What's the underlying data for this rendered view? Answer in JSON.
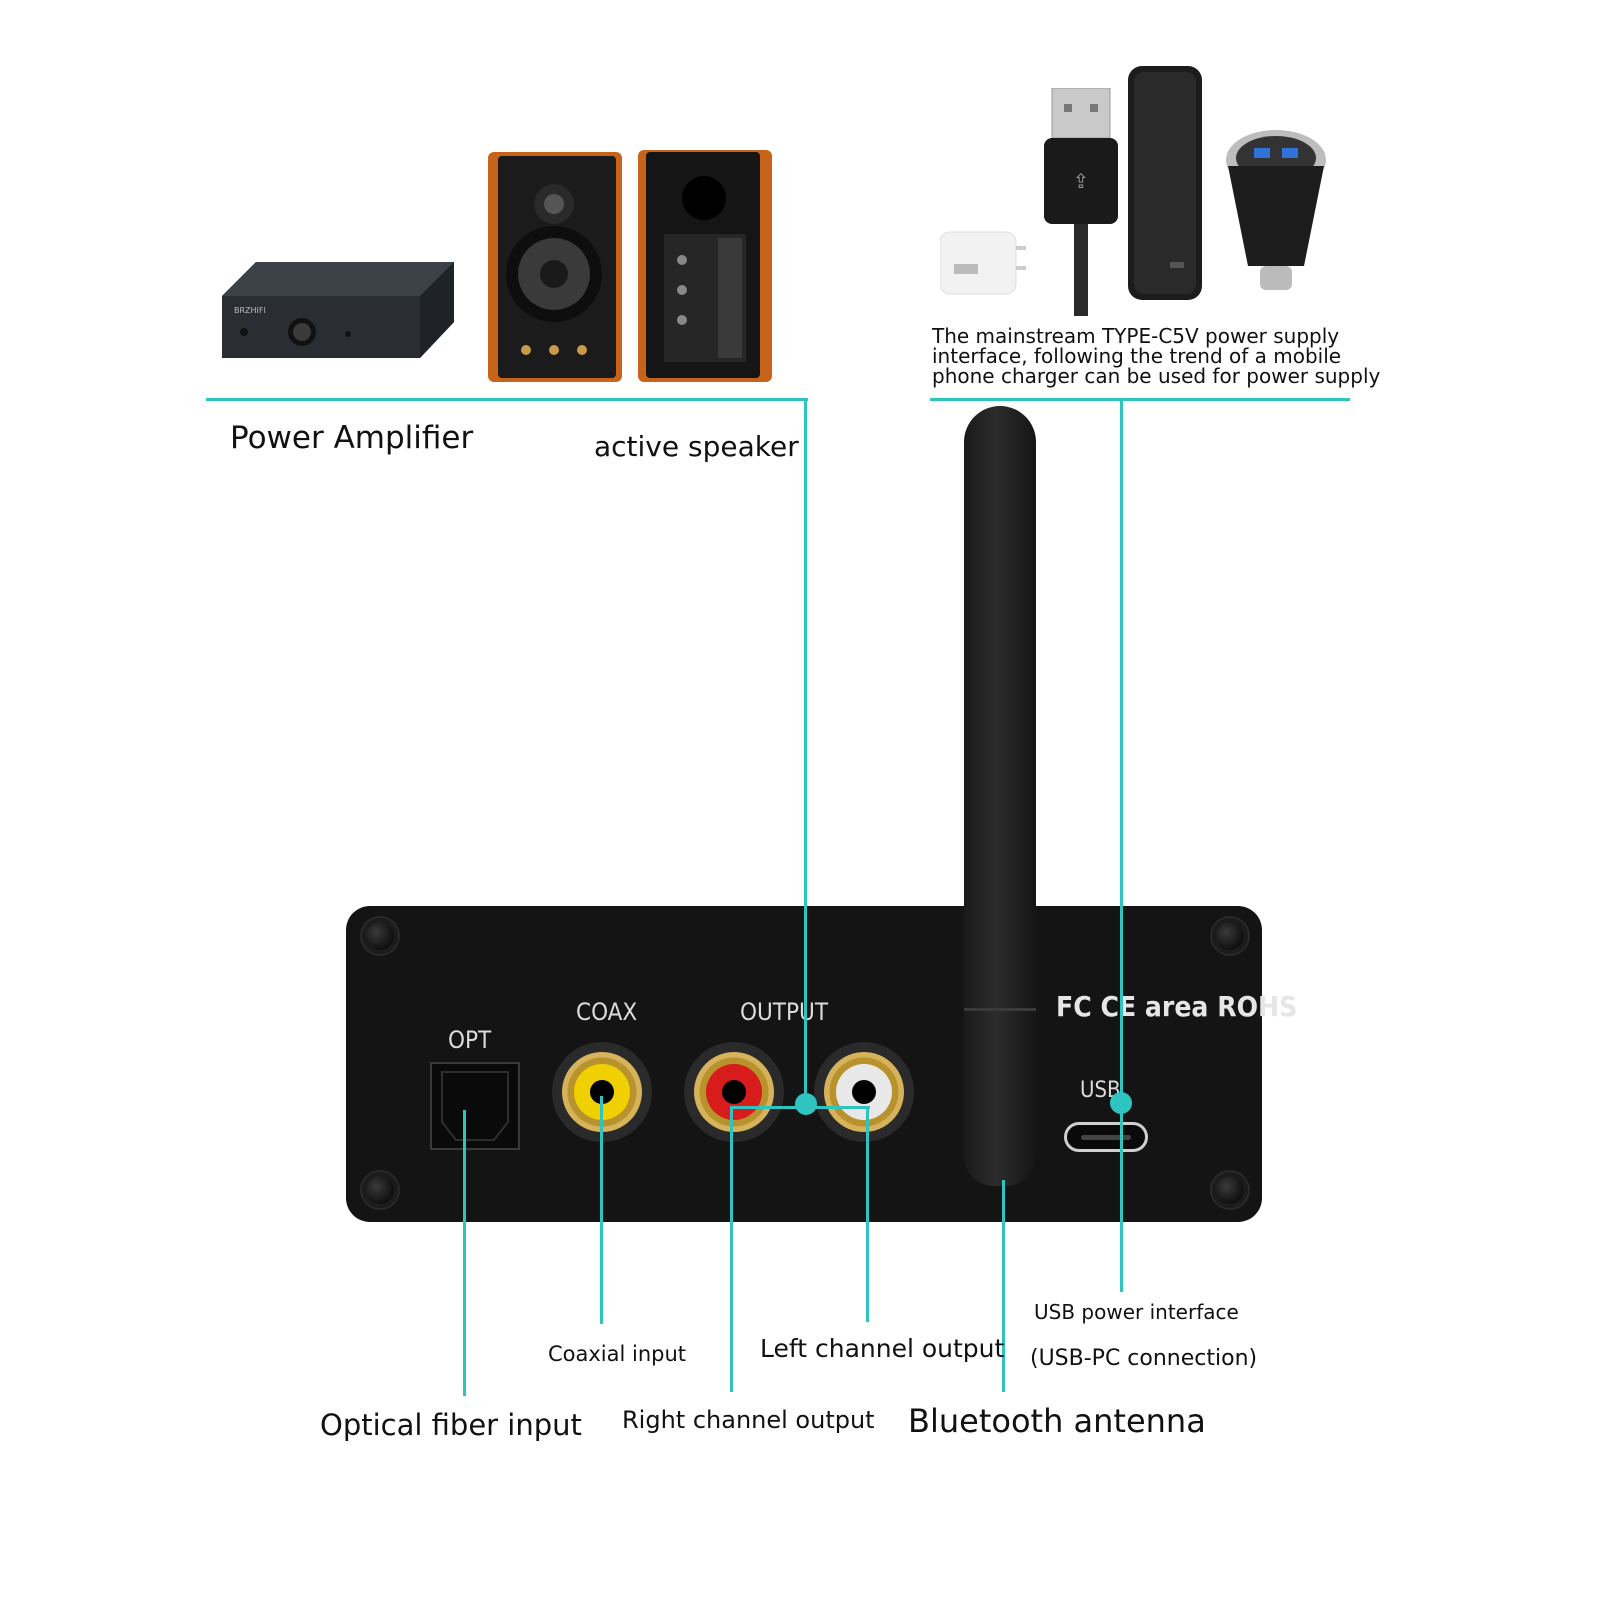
{
  "top_left": {
    "amplifier_label": "Power Amplifier",
    "speaker_label": "active speaker",
    "amp_brand": "BRZHIFI"
  },
  "top_right": {
    "power_note_line1": "The mainstream TYPE-C5V power supply",
    "power_note_line2": "interface, following the trend of a mobile",
    "power_note_line3": "phone charger can be used for power supply"
  },
  "panel": {
    "opt_label": "OPT",
    "coax_label": "COAX",
    "output_label": "OUTPUT",
    "cert_label": "FC CE area ROHS",
    "usb_label": "USB"
  },
  "callouts": {
    "optical": "Optical fiber input",
    "coaxial": "Coaxial input",
    "right_channel": "Right channel output",
    "left_channel": "Left channel output",
    "bluetooth": "Bluetooth antenna",
    "usb_power": "USB power interface",
    "usb_pc": "(USB-PC connection)"
  },
  "colors": {
    "leader_line": "#2ec5c0",
    "panel": "#141414",
    "rca_yellow": "#f0d000",
    "rca_red": "#d81c1c",
    "rca_white": "#e8e8e8",
    "speaker_wood": "#c8641a"
  },
  "icons": [
    "amplifier-image",
    "speaker-front-image",
    "speaker-back-image",
    "usb-charger-icon",
    "usb-cable-icon",
    "power-bank-icon",
    "car-charger-icon",
    "antenna-image",
    "screw-icon",
    "optical-port-icon",
    "rca-jack-icon",
    "usb-c-port-icon"
  ]
}
